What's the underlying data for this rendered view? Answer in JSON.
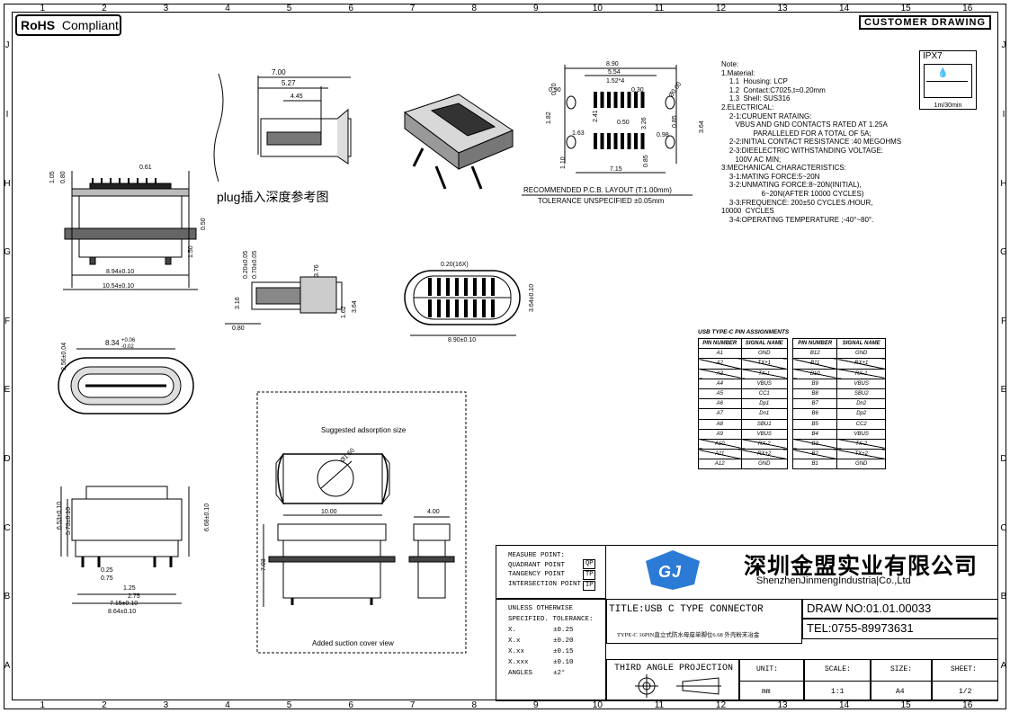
{
  "header": {
    "rohs_bold": "RoHS",
    "rohs_rest": "Compliant",
    "customer_drawing": "CUSTOMER DRAWING"
  },
  "grid": {
    "columns": [
      "1",
      "2",
      "3",
      "4",
      "5",
      "6",
      "7",
      "8",
      "9",
      "10",
      "11",
      "12",
      "13",
      "14",
      "15",
      "16"
    ],
    "rows": [
      "J",
      "I",
      "H",
      "G",
      "F",
      "E",
      "D",
      "C",
      "B",
      "A"
    ]
  },
  "views": {
    "side": {
      "d_105": "1.05",
      "d_080": "0.80",
      "d_061": "0.61",
      "d_050": "0.50",
      "d_150": "1.50",
      "d_894": "8.94±0.10",
      "d_1054": "10.54±0.10"
    },
    "plug": {
      "d_700": "7.00",
      "d_527": "5.27",
      "d_445": "4.45",
      "caption": "plug插入深度参考图"
    },
    "section": {
      "d_020": "0.20±0.05",
      "d_070": "0.70±0.05",
      "d_376": "3.76",
      "d_316": "3.16",
      "d_162": "1.62",
      "d_364": "3.64",
      "d_080": "0.80"
    },
    "front": {
      "d_020_16x": "0.20(16X)",
      "d_890": "8.90±0.10",
      "d_364": "3.64±0.10"
    },
    "face": {
      "d_834": "8.34",
      "d_834_tol_plus": "+0.06",
      "d_834_tol_minus": "-0.02",
      "d_256": "2.56±0.04"
    },
    "bottom_side": {
      "d_653": "6.53±0.10",
      "d_573": "5.73±0.10",
      "d_668": "6.68±0.10",
      "d_025": "0.25",
      "d_075": "0.75",
      "d_125": "1.25",
      "d_275": "2.75",
      "d_715": "7.15±0.10",
      "d_864": "8.64±0.10"
    },
    "suction": {
      "label": "Suggested adsorption size",
      "diam": "Ø1.50",
      "d_1000": "10.00",
      "d_400": "4.00",
      "d_703": "7.03",
      "caption": "Added suction cover view"
    },
    "pcb": {
      "d_890": "8.90",
      "d_554": "5.54",
      "d_152": "1.52*4",
      "d_030": "0.30",
      "d_070": "0.70",
      "d_090": "0.90",
      "d_060": "Ø0.60",
      "d_182": "1.82",
      "d_241": "2.41",
      "d_050": "0.50",
      "d_326": "3.26",
      "d_085": "0.85",
      "d_364": "3.64",
      "d_098": "0.98",
      "d_163": "1.63",
      "d_110": "1.10",
      "d_085b": "0.85",
      "d_715": "7.15",
      "caption1": "RECOMMENDED   P.C.B. LAYOUT (T:1.00mm)",
      "caption2": "TOLERANCE  UNSPECIFIED  ±0.05mm"
    }
  },
  "ipx": {
    "label": "IPX7",
    "sub": "1m/30min"
  },
  "notes": "Note:\n1.Material:\n    1.1  Housing: LCP\n    1.2  Contact:C7025,t=0.20mm\n    1.3  Shell: SUS316\n2.ELECTRICAL:\n    2-1:CURUENT RATAING:\n       VBUS AND GND CONTACTS RATED AT 1.25A\n                PARALLELED FOR A TOTAL OF 5A;\n    2-2:INITIAL CONTACT RESISTANCE :40 MEGOHMS\n    2-3:DIEELECTRIC WITHSTANDING VOLTAGE:\n       100V AC MIN;\n3:MECHANICAL CHARACTERISTICS:\n    3-1:MATING FORCE:5~20N\n    3-2:UNMATING FORCE:8~20N(INITIAL),\n                    6~20N(AFTER 10000 CYCLES)\n    3-3:FREQUENCE: 200±50 CYCLES /HOUR,\n10000  CYCLES\n    3-4:OPERATING TEMPERATURE ;-40°~80°.",
  "pin_table": {
    "title": "USB TYPE-C PIN ASSIGNMENTS",
    "headers": [
      "PIN NUMBER",
      "SIGNAL NAME"
    ],
    "left": [
      [
        "A1",
        "GND"
      ],
      [
        "A2",
        "TX+1"
      ],
      [
        "A3",
        "TX-1"
      ],
      [
        "A4",
        "VBUS"
      ],
      [
        "A5",
        "CC1"
      ],
      [
        "A6",
        "Dp1"
      ],
      [
        "A7",
        "Dn1"
      ],
      [
        "A8",
        "SBU1"
      ],
      [
        "A9",
        "VBUS"
      ],
      [
        "A10",
        "RX-2"
      ],
      [
        "A11",
        "RX+2"
      ],
      [
        "A12",
        "GND"
      ]
    ],
    "right": [
      [
        "B12",
        "GND"
      ],
      [
        "B11",
        "RX+1"
      ],
      [
        "B10",
        "RX-1"
      ],
      [
        "B9",
        "VBUS"
      ],
      [
        "B8",
        "SBU2"
      ],
      [
        "B7",
        "Dn2"
      ],
      [
        "B6",
        "Dp2"
      ],
      [
        "B5",
        "CC2"
      ],
      [
        "B4",
        "VBUS"
      ],
      [
        "B3",
        "TX-2"
      ],
      [
        "B2",
        "TX+2"
      ],
      [
        "B1",
        "GND"
      ]
    ],
    "struck_left": [
      1,
      2,
      9,
      10
    ],
    "struck_right": [
      1,
      2,
      9,
      10
    ]
  },
  "title_block": {
    "measure": [
      "MEASURE POINT:",
      "QUADRANT POINT",
      "TANGENCY POINT",
      "INTERSECTION POINT"
    ],
    "measure_codes": [
      "QP",
      "TP",
      "IP"
    ],
    "company_cn": "深圳金盟实业有限公司",
    "company_en": "ShenzhenJinmengIndustria|Co.,Ltd",
    "tolerance_head1": "UNLESS OTHERWISE",
    "tolerance_head2": "SPECIFIED. TOLERANCE:",
    "tolerances": [
      [
        "X.",
        "±0.25"
      ],
      [
        "X.x",
        "±0.20"
      ],
      [
        "X.xx",
        "±0.15"
      ],
      [
        "X.xxx",
        "±0.10"
      ],
      [
        "ANGLES",
        "±2°"
      ]
    ],
    "title": "TITLE:USB C TYPE CONNECTOR",
    "subtitle": "TYPE-C 16PIN直立式防水母座单脚位6.68 外壳粉末冶金",
    "draw_no": "DRAW NO:01.01.00033",
    "tel": "TEL:0755-89973631",
    "projection": "THIRD ANGLE PROJECTION",
    "unit_label": "UNIT:",
    "unit": "mm",
    "scale_label": "SCALE:",
    "scale": "1:1",
    "size_label": "SIZE:",
    "size": "A4",
    "sheet_label": "SHEET:",
    "sheet": "1/2"
  }
}
